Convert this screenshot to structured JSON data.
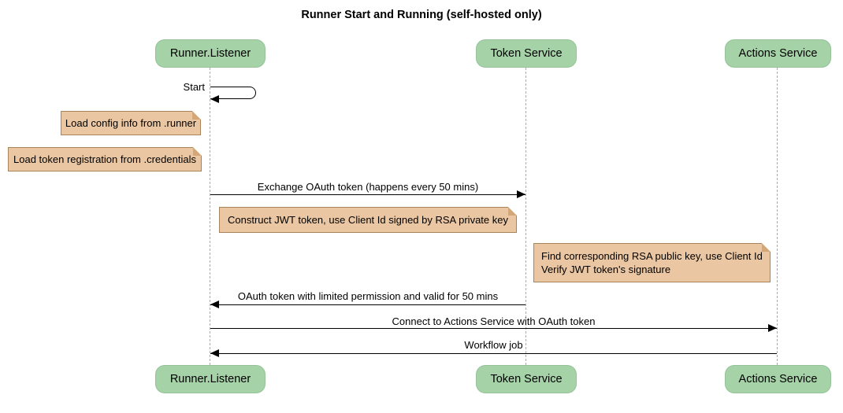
{
  "title": "Runner Start and Running (self-hosted only)",
  "actors": [
    {
      "label": "Runner.Listener"
    },
    {
      "label": "Token Service"
    },
    {
      "label": "Actions Service"
    }
  ],
  "self_message": {
    "label": "Start",
    "actor": "Runner.Listener"
  },
  "messages": [
    {
      "label": "Exchange OAuth token (happens every 50 mins)",
      "from": "Runner.Listener",
      "to": "Token Service",
      "direction": "right"
    },
    {
      "label": "OAuth token with limited permission and valid for 50 mins",
      "from": "Token Service",
      "to": "Runner.Listener",
      "direction": "left"
    },
    {
      "label": "Connect to Actions Service with OAuth token",
      "from": "Runner.Listener",
      "to": "Actions Service",
      "direction": "right"
    },
    {
      "label": "Workflow job",
      "from": "Actions Service",
      "to": "Runner.Listener",
      "direction": "left"
    }
  ],
  "notes": [
    {
      "text": "Load config info from .runner"
    },
    {
      "text": "Load token registration from .credentials"
    },
    {
      "text": "Construct JWT token, use Client Id signed by RSA private key"
    },
    {
      "lines": [
        "Find corresponding RSA public key, use Client Id",
        "Verify JWT token's signature"
      ]
    }
  ],
  "colors": {
    "actor_fill": "#a5d3a7",
    "actor_border": "#95c298",
    "note_fill": "#eac7a2",
    "note_border": "#a9845a",
    "note_fold": "#d3a876",
    "lifeline": "#ababab",
    "arrow": "#000000",
    "background": "#ffffff"
  }
}
